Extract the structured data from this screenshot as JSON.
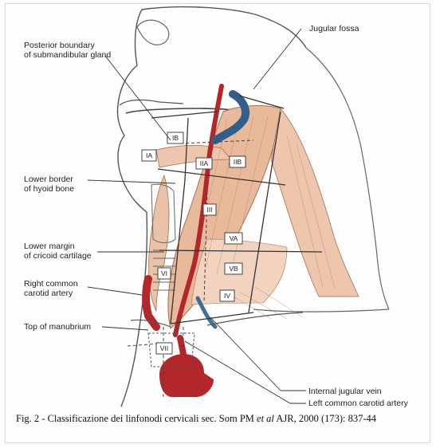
{
  "labels": {
    "posterior_boundary": "Posterior boundary\nof submandibular gland",
    "jugular_fossa": "Jugular fossa",
    "lower_border_hyoid": "Lower border\nof hyoid bone",
    "lower_margin_cricoid": "Lower margin\nof cricoid cartilage",
    "right_common_carotid": "Right common\ncarotid artery",
    "top_of_manubrium": "Top of manubrium",
    "internal_jugular_vein": "Internal jugular vein",
    "left_common_carotid": "Left common carotid artery"
  },
  "levels": {
    "IA": "IA",
    "IB": "IB",
    "IIA": "IIA",
    "IIB": "IIB",
    "III": "III",
    "VA": "VA",
    "VB": "VB",
    "IV": "IV",
    "VI": "VI",
    "VII": "VII"
  },
  "caption": {
    "prefix": "Fig. 2 - Classificazione dei linfonodi cervicali sec. Som PM ",
    "italic": "et al",
    "suffix": " AJR, 2000 (173): 837-44"
  },
  "colors": {
    "muscle": "#e8b99a",
    "artery": "#b3262a",
    "vein": "#2f5f8a",
    "line": "#3a3a3a"
  }
}
